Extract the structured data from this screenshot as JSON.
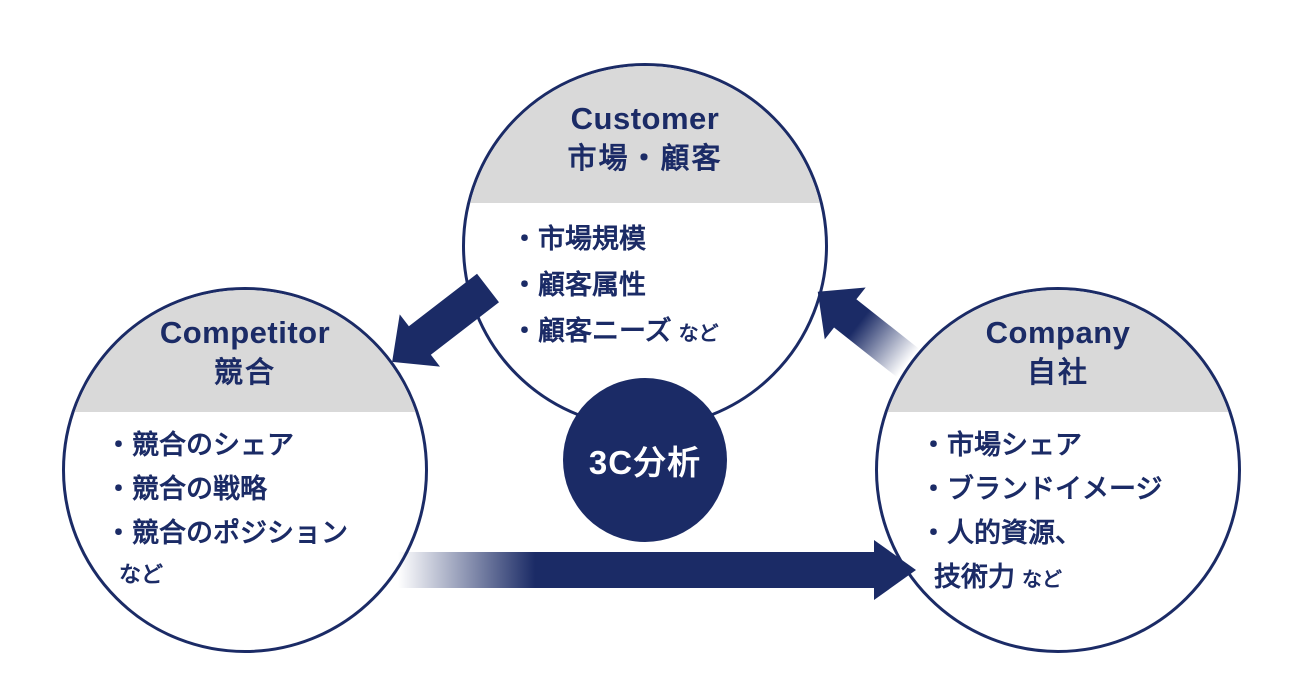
{
  "diagram": {
    "center_label": "3C分析",
    "customer": {
      "title_en": "Customer",
      "title_ja": "市場・顧客",
      "items": [
        "・市場規模",
        "・顧客属性",
        "・顧客ニーズ"
      ],
      "suffix": "など"
    },
    "competitor": {
      "title_en": "Competitor",
      "title_ja": "競合",
      "items": [
        "・競合のシェア",
        "・競合の戦略",
        "・競合のポジション"
      ],
      "suffix": "など"
    },
    "company": {
      "title_en": "Company",
      "title_ja": "自社",
      "items": [
        "・市場シェア",
        "・ブランドイメージ",
        "・人的資源、",
        "技術力"
      ],
      "suffix": "など"
    },
    "colors": {
      "navy": "#1b2b66",
      "header_gray": "#d9d9d9",
      "background": "#ffffff"
    }
  }
}
